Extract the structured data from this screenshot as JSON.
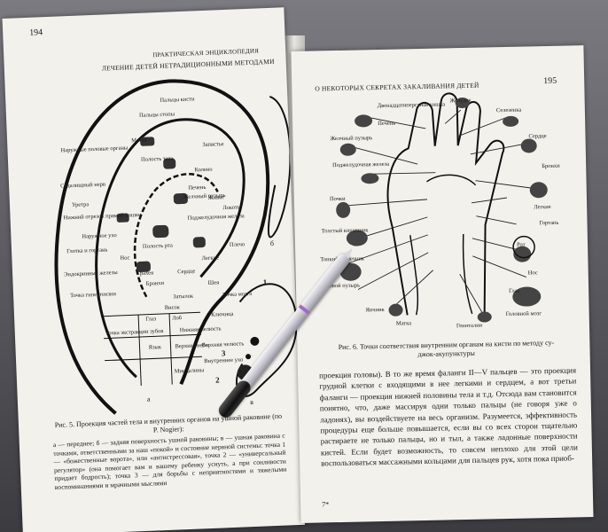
{
  "left_page": {
    "page_number": "194",
    "running_head_1": "Практическая энциклопедия",
    "running_head_2": "Лечение детей нетрадиционными методами",
    "figure_labels": [
      "Пальцы кисти",
      "Пальцы стопы",
      "Матка",
      "Наружные половые органы",
      "Полость таза",
      "Запястье",
      "Колено",
      "Седалищный нерв",
      "Уретра",
      "Нижний отрезок прямой кишки",
      "Наружное ухо",
      "Глотка и гортань",
      "Нос",
      "Эндокринные железы",
      "Точка гипертензии",
      "Печень",
      "Желчный пузырь",
      "Живот",
      "Локоть",
      "Поджелудочная железа",
      "Плечо",
      "Полость рта",
      "Трахея",
      "Сердце",
      "Бронхи",
      "Легкие",
      "Шея",
      "Затылок",
      "Висок",
      "Точка мозга",
      "Глаз",
      "Лоб",
      "Ключица",
      "Точка экстракции зубов",
      "Нижняя челюсть",
      "Язык",
      "Верхнее небо",
      "Верхняя челюсть",
      "Миндалины",
      "Внутреннее ухо"
    ],
    "panel_labels": [
      "а",
      "б",
      "в"
    ],
    "marker_numbers": [
      "1",
      "2",
      "3"
    ],
    "caption_title": "Рис. 5. Проекция частей тела и внутренних органов на ушной раковине (по P. Nogier):",
    "caption_body": "а — переднее; б — задняя поверхность ушной раковины; в — ушная раковина с точками, ответственными за наш «покой» и состояние нервной системы: точка 1 — «божественные ворота», или «антистрессовая», точка 2 — «универсальный регулятор» (она помогает вам и вашему ребенку уснуть, а при сонливости придает бодрость); точка 3 — для борьбы с неприятностями и тяжелыми воспоминаниями и мрачными мыслями"
  },
  "right_page": {
    "page_number": "195",
    "running_head": "О некоторых секретах закаливания детей",
    "figure_labels": [
      "Двенадцатиперстная кишка",
      "Желудок",
      "Селезенка",
      "Печень",
      "Желчный пузырь",
      "Сердце",
      "Бронхи",
      "Поджелудочная железа",
      "Легкие",
      "Почки",
      "Гортань",
      "Толстый кишечник",
      "Рот",
      "Тонкий кишечник",
      "Нос",
      "Глаз",
      "Мочевой пузырь",
      "Яичник",
      "Матка",
      "Гениталии",
      "Головной мозг"
    ],
    "caption": "Рис. 6. Точки соответствия внутренним органам на кисти по методу су-джок-акупунктуры",
    "body_text": "проекция головы). В то же время фаланги II—V пальцев — это проекция грудной клетки с входящими в нее легкими и сердцем, а вот третьи фаланги — проекция нижней половины тела и т.д. Отсюда вам становится понятно, что, даже массируя одни только пальцы (не говоря уже о ладонях), вы воздействуете на весь организм. Разумеется, эффективность процедуры еще больше повышается, если вы со всех сторон тщательно растираете не только пальцы, но и тыл, а также ладонные поверхности кистей. Если будет возможность, то совсем неплохо для этой цели воспользоваться массажными кольцами для пальцев рук, хотя пока приоб-",
    "signature_mark": "7*"
  },
  "colors": {
    "paper": "#f3f1ec",
    "ink": "#1a1a1a",
    "background": "#5c5a5e",
    "pen_accent": "#a06ac8"
  },
  "objects": [
    "open-book",
    "ballpoint-pen"
  ]
}
